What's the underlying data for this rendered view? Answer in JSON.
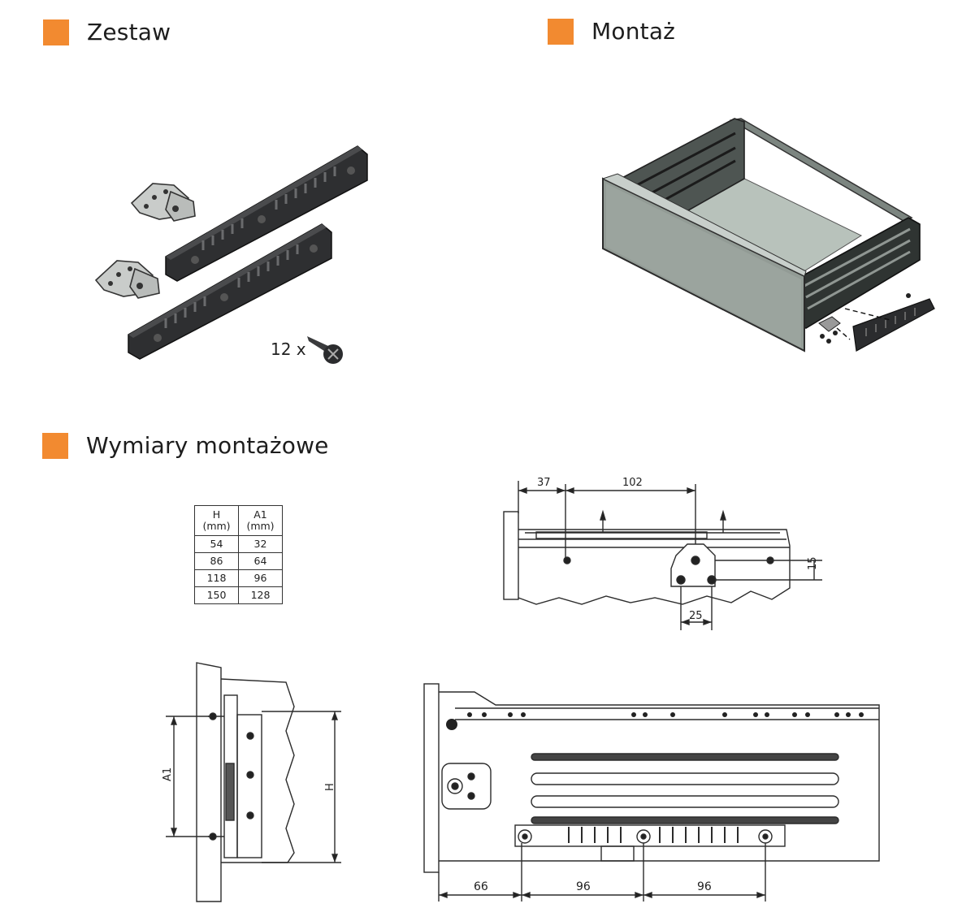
{
  "colors": {
    "accent": "#f28a30",
    "line": "#2b2b2b",
    "panel": "#8e9791"
  },
  "sections": {
    "zestaw": "Zestaw",
    "montaz": "Montaż",
    "wymiary": "Wymiary montażowe"
  },
  "kit": {
    "screw_label": "12 x"
  },
  "table": {
    "headers": [
      [
        "H",
        "(mm)"
      ],
      [
        "A1",
        "(mm)"
      ]
    ],
    "rows": [
      [
        "54",
        "32"
      ],
      [
        "86",
        "64"
      ],
      [
        "118",
        "96"
      ],
      [
        "150",
        "128"
      ]
    ]
  },
  "dims_top": {
    "d1": "37",
    "d2": "102",
    "d3": "15",
    "d4": "25"
  },
  "dims_side": {
    "a1": "A1",
    "h": "H"
  },
  "dims_bottom": {
    "d1": "66",
    "d2": "96",
    "d3": "96"
  }
}
